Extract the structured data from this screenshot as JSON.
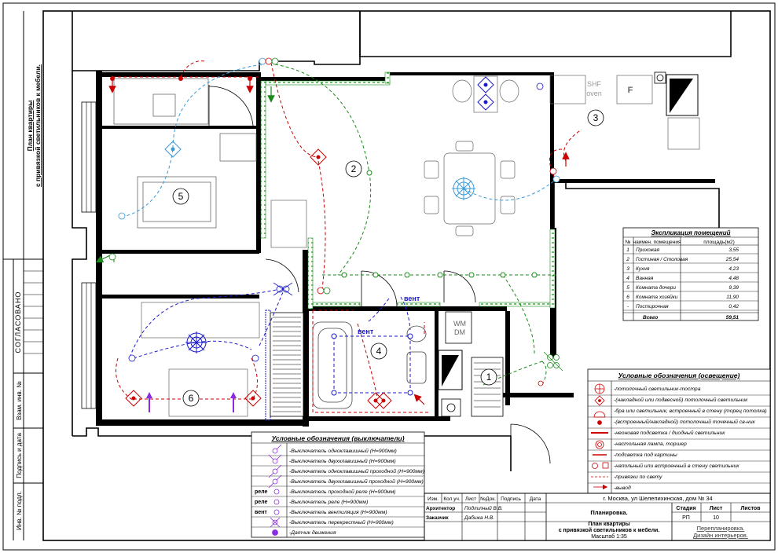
{
  "left_strip": {
    "title_line1": "План квартиры",
    "title_line2": "с привязкой светильников к мебели.",
    "approved": "СОГЛАСОВАНО",
    "inv_no_orig": "Инв. № подл.",
    "signature_date": "Подпись и дата",
    "replace_inv_no": "Взам. инв. №"
  },
  "rooms": [
    {
      "number": "1"
    },
    {
      "number": "2"
    },
    {
      "number": "3"
    },
    {
      "number": "4"
    },
    {
      "number": "5"
    },
    {
      "number": "6"
    }
  ],
  "plan_labels": {
    "shf": "SHF",
    "oven": "oven",
    "fridge": "F",
    "wm": "WM",
    "dm": "DM",
    "vent_1": "вент",
    "vent_2": "вент"
  },
  "explication": {
    "title": "Экспликация помещений",
    "headers": [
      "№",
      "наимен. помещения",
      "площадь(м2)"
    ],
    "rows": [
      [
        "1",
        "Прихожая",
        "3,55"
      ],
      [
        "2",
        "Гостиная / Столовая",
        "25,54"
      ],
      [
        "3",
        "Кухня",
        "4,23"
      ],
      [
        "4",
        "Ванная",
        "4,48"
      ],
      [
        "5",
        "Комната дочери",
        "9,39"
      ],
      [
        "6",
        "Комната хозяйки",
        "11,90"
      ],
      [
        "-",
        "Постирочная",
        "0,42"
      ]
    ],
    "total_label": "Всего",
    "total_value": "59,51"
  },
  "legend_lighting": {
    "title": "Условные обозначения (освещение)",
    "items": [
      "-потолочный светильник-тостра",
      "-(накладной или подвесной) потолочный светильник",
      "-бра или светильник, встроенный в стену (торец потолка)",
      "-(встроенный/накладной) потолочный точечный св-ник",
      "-неоновая подсветка / диодный светильник",
      "-настольная лампа, торшер",
      "-подсветка под картины",
      "-напольный или встроенный в стену светильник",
      "-привязки по свету",
      "-вывод"
    ]
  },
  "legend_switches": {
    "title": "Условные обозначения (выключатели)",
    "items": [
      {
        "prefix": "",
        "text": "-Выключатель одноклавишный (H=900мм)"
      },
      {
        "prefix": "",
        "text": "-Выключатель двухклавишный (H=900мм)"
      },
      {
        "prefix": "",
        "text": "-Выключатель одноклавишный проходной (H=900мм)"
      },
      {
        "prefix": "",
        "text": "-Выключатель двухклавишный проходной (H=900мм)"
      },
      {
        "prefix": "реле",
        "text": "-Выключатель проходной реле (H=900мм)"
      },
      {
        "prefix": "реле",
        "text": "-Выключатель  реле (H=900мм)"
      },
      {
        "prefix": "вент",
        "text": "-Выключатель  вентиляция (H=900мм)"
      },
      {
        "prefix": "",
        "text": "-Выключатель перекрестный (H=900мм)"
      },
      {
        "prefix": "",
        "text": "-Датчик движения"
      }
    ]
  },
  "title_block": {
    "col_headers": [
      "Изм.",
      "Кол.уч.",
      "Лист",
      "№Док.",
      "Подпись",
      "Дата"
    ],
    "architect_label": "Архитектор",
    "architect_name": "Подлипный В.В.",
    "client_label": "Заказчик",
    "client_name": "Дабижа Н.В.",
    "address": "г. Москва, ул Шелепихинская, дом № 34",
    "section": "Планировка.",
    "stage_label": "Стадия",
    "sheet_label": "Лист",
    "sheets_label": "Листов",
    "stage": "РП",
    "sheet": "10",
    "sheets": "",
    "drawing_title_1": "План квартиры",
    "drawing_title_2": "с привязкой светильников к мебели.",
    "scale": "Масштаб 1:35",
    "org_1": "Перепланировка.",
    "org_2": "Дизайн интерьеров."
  },
  "colors": {
    "red_circuit": "#cc0000",
    "blue_circuit": "#1a1acc",
    "lightblue_circuit": "#3a9ad9",
    "green_circuit": "#1a8a1a",
    "purple": "#8a2be2",
    "wall": "#000000"
  }
}
